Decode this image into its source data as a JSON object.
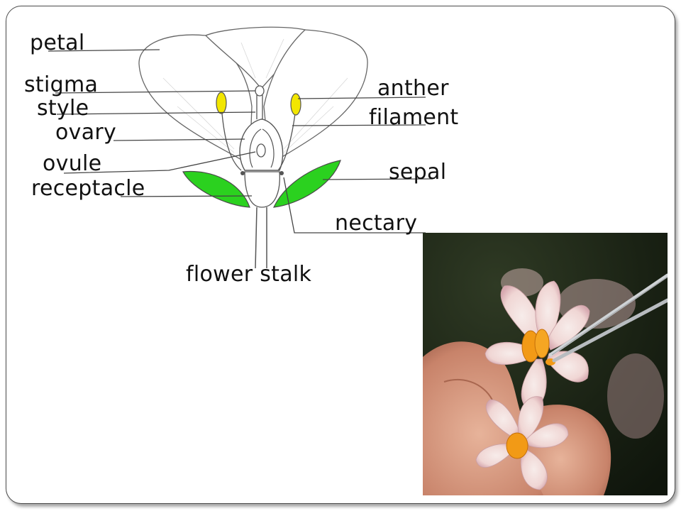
{
  "diagram": {
    "labels": {
      "petal": "petal",
      "stigma": "stigma",
      "style": "style",
      "ovary": "ovary",
      "ovule": "ovule",
      "receptacle": "receptacle",
      "anther": "anther",
      "filament": "filament",
      "sepal": "sepal",
      "nectary": "nectary",
      "flower_stalk": "flower stalk"
    },
    "colors": {
      "sepal_green": "#2bd11f",
      "anther_yellow": "#f2e600",
      "outline": "#555555",
      "leader_line": "#444444"
    }
  },
  "photo": {
    "subject": "potato flower held by fingers with tweezers",
    "colors": {
      "background_dark": "#1f2a1a",
      "petal_pink": "#f1d8d6",
      "anther_orange": "#f29a16",
      "skin": "#d99a7e"
    }
  }
}
